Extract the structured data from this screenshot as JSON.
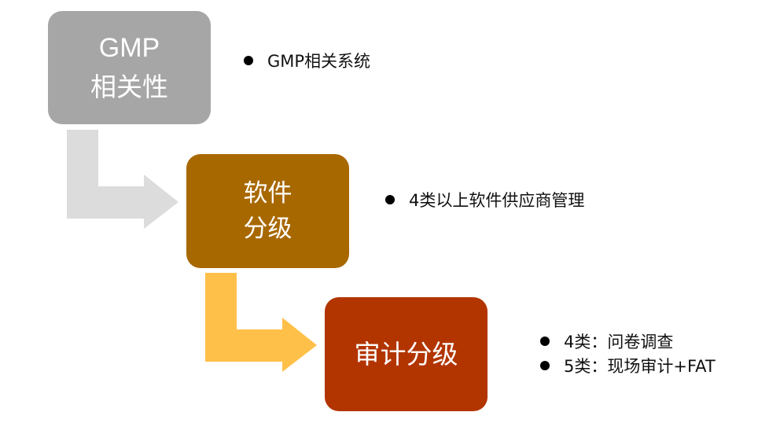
{
  "colors": {
    "gmp_box": "#a6a6a6",
    "software_box": "#a86800",
    "audit_box": "#b23500",
    "arrow_gray": "#dcdcdc",
    "arrow_yellow": "#ffc04a",
    "bullet_text": "#111111"
  },
  "steps": [
    {
      "box_lines": [
        "GMP",
        "相关性"
      ],
      "bullets": [
        "GMP相关系统"
      ]
    },
    {
      "box_lines": [
        "软件",
        "分级"
      ],
      "bullets": [
        "4类以上软件供应商管理"
      ]
    },
    {
      "box_lines": [
        "审计分级"
      ],
      "bullets": [
        "4类：问卷调查",
        "5类：现场审计+FAT"
      ]
    }
  ],
  "icons": [
    "bent-arrow-icon",
    "bent-arrow-icon",
    "bullet-dot-icon"
  ]
}
